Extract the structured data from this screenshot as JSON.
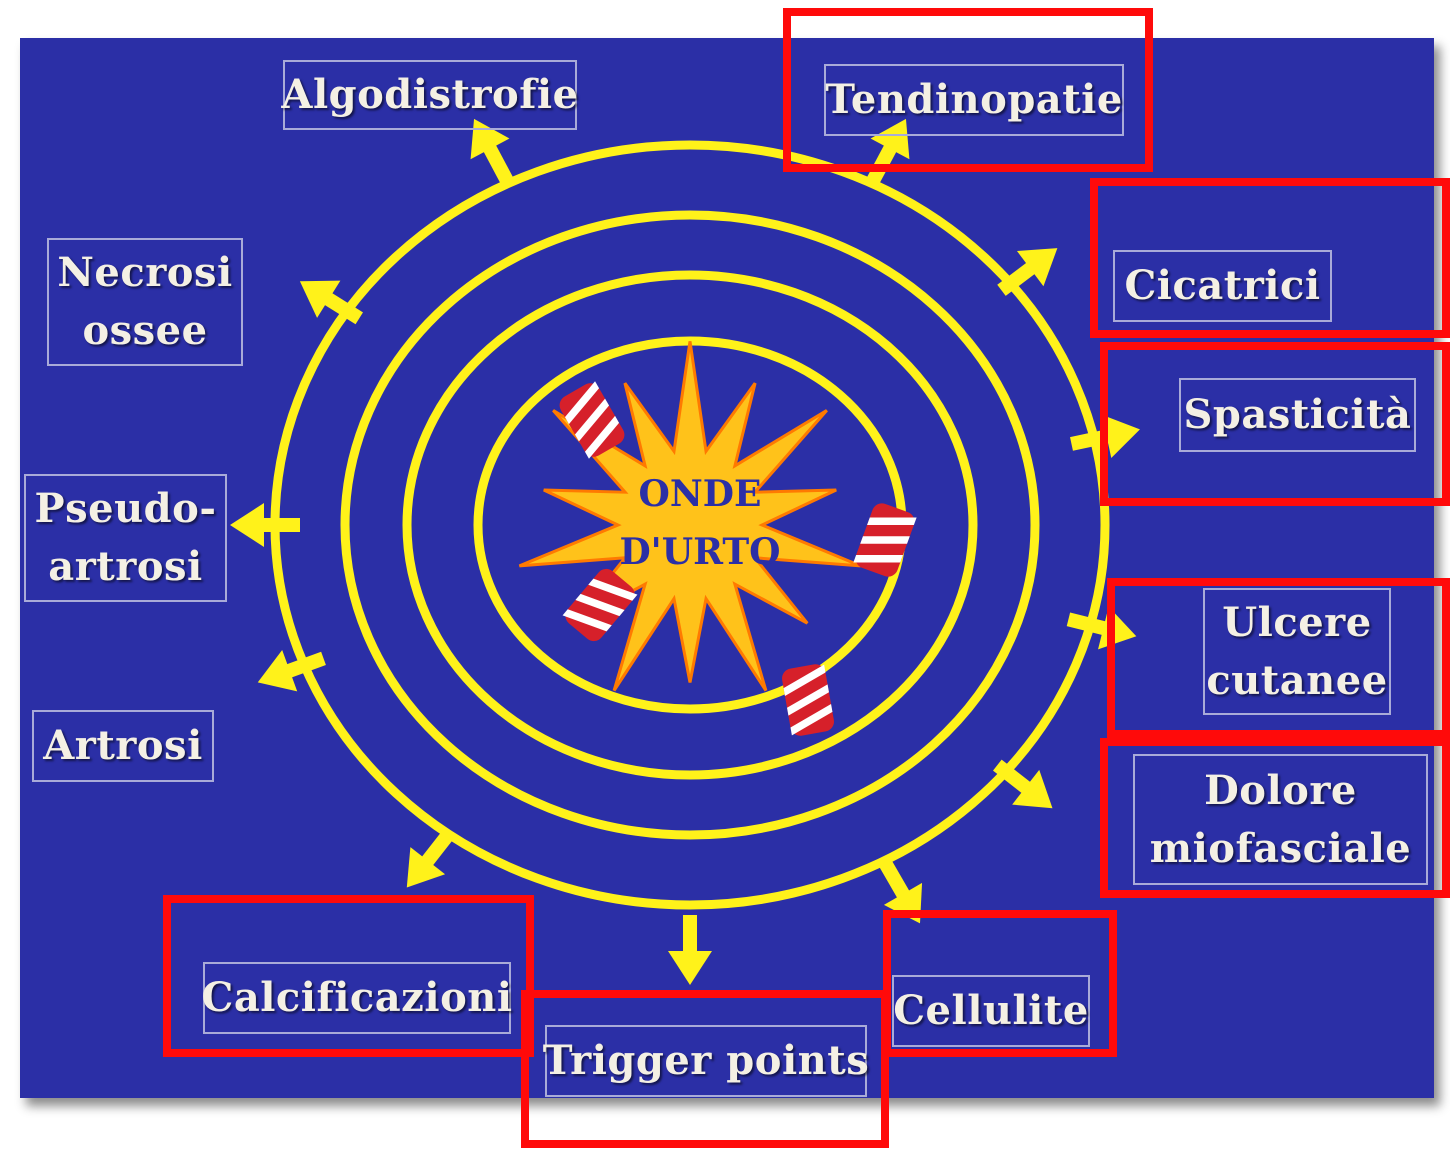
{
  "center_text": [
    "ONDE",
    "D'URTO"
  ],
  "labels": {
    "algodistrofie": [
      "Algodistrofie"
    ],
    "tendinopatie": [
      "Tendinopatie"
    ],
    "necrosi": [
      "Necrosi",
      "ossee"
    ],
    "cicatrici": [
      "Cicatrici"
    ],
    "spasticita": [
      "Spasticità"
    ],
    "pseudoartrosi": [
      "Pseudo-",
      "artrosi"
    ],
    "ulcere": [
      "Ulcere",
      "cutanee"
    ],
    "artrosi": [
      "Artrosi"
    ],
    "dolore": [
      "Dolore",
      "miofasciale"
    ],
    "calcificazioni": [
      "Calcificazioni"
    ],
    "cellulite": [
      "Cellulite"
    ],
    "trigger": [
      "Trigger points"
    ]
  },
  "colors": {
    "background": "#2b2fa6",
    "rings": "#fff21a",
    "arrows": "#fff21a",
    "label_text": "#f4f0e4",
    "label_border": "#a9abd8",
    "highlight": "#ff0a0a",
    "starburst": "#ffc21a"
  }
}
